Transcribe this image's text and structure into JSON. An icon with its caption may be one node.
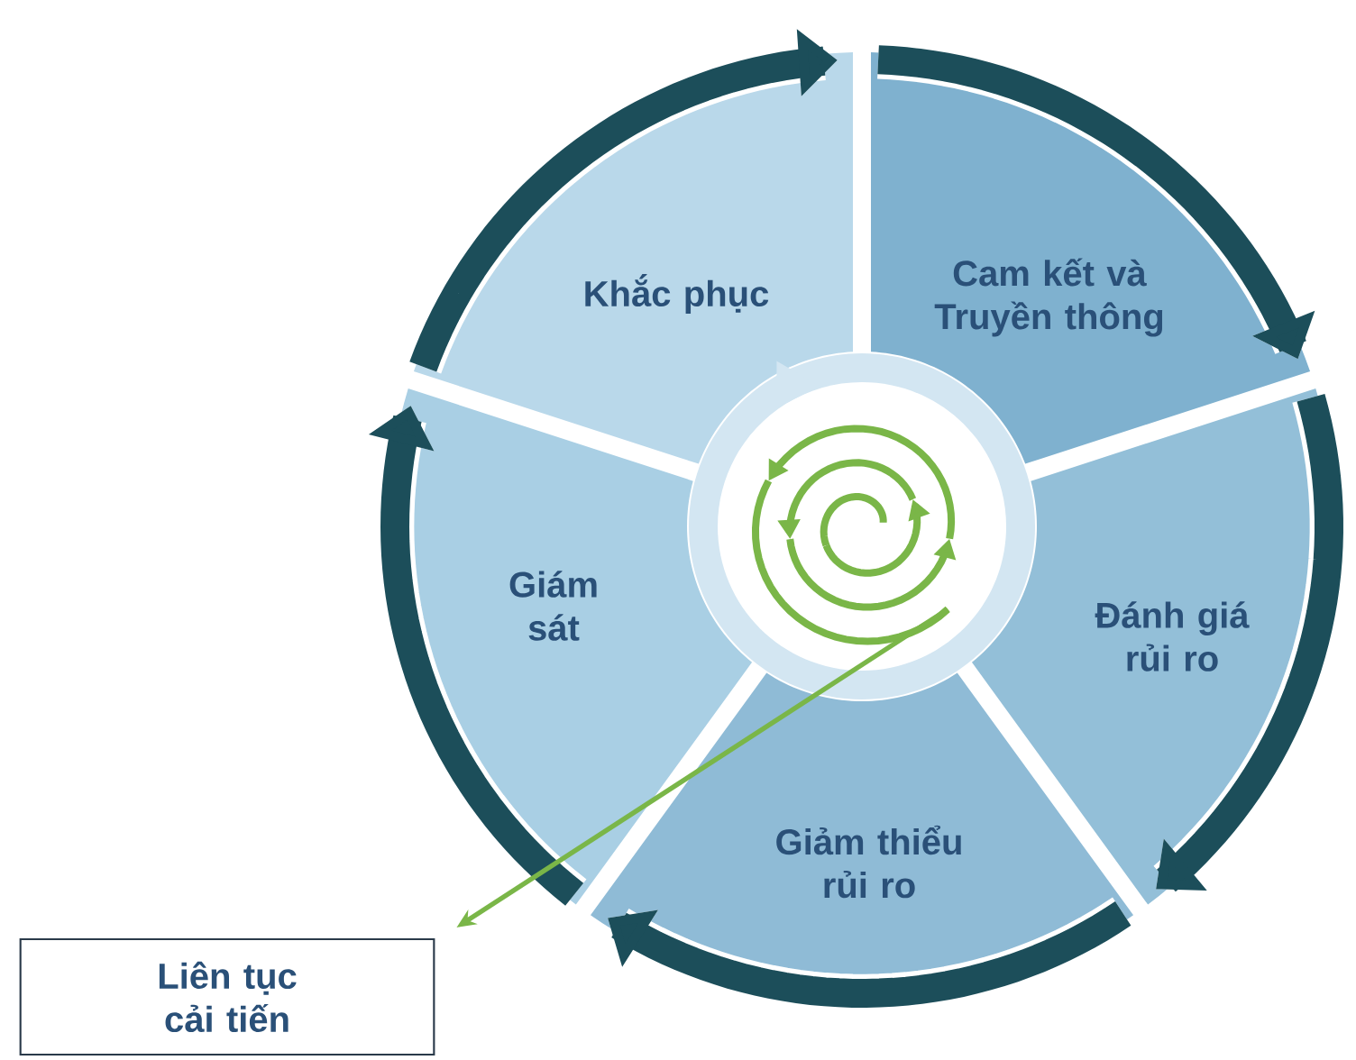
{
  "diagram": {
    "nodes": [
      {
        "text": [
          "Khắc phục"
        ]
      },
      {
        "text": [
          "Cam kết và Truyền thông"
        ]
      },
      {
        "text": [
          "Giám sát"
        ]
      },
      {
        "text": [
          "Đánh giá rủi ro"
        ]
      },
      {
        "text": [
          "Giảm thiểu rủi ro"
        ]
      },
      {
        "text": [],
        "shape": "circle"
      },
      {
        "text": [
          "Liên tục cải tiến"
        ]
      }
    ],
    "edges": [
      {
        "from": 5,
        "to": 6,
        "arrow": "to",
        "color": "#7ab648"
      }
    ]
  }
}
